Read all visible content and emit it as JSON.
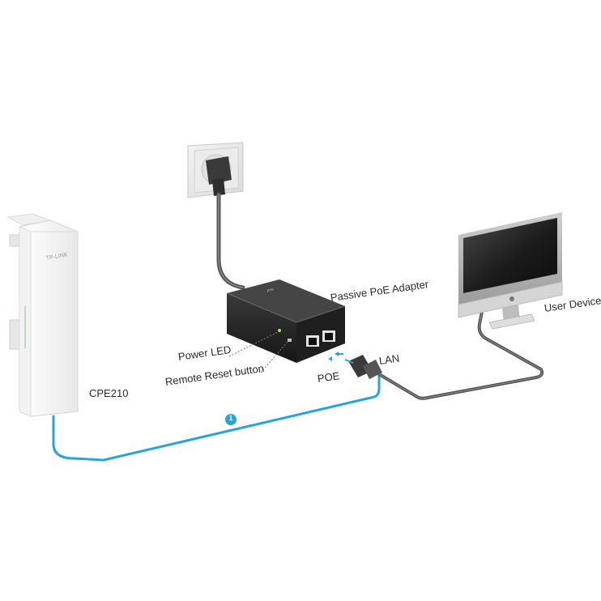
{
  "labels": {
    "cpe": "CPE210",
    "brand": "TP-LINK",
    "adapter": "Passive PoE Adapter",
    "power_led": "Power LED",
    "reset": "Remote Reset button",
    "poe": "POE",
    "lan": "LAN",
    "user_device": "User Device",
    "step_number": "1"
  },
  "colors": {
    "step_cable": "#2aa3d6",
    "cable": "#555555",
    "adapter_body": "#2b2b2b",
    "device_white": "#f7f7f7"
  },
  "icons": {
    "step_badge": "numbered-circle-icon",
    "apple_logo": "apple-logo-icon"
  }
}
